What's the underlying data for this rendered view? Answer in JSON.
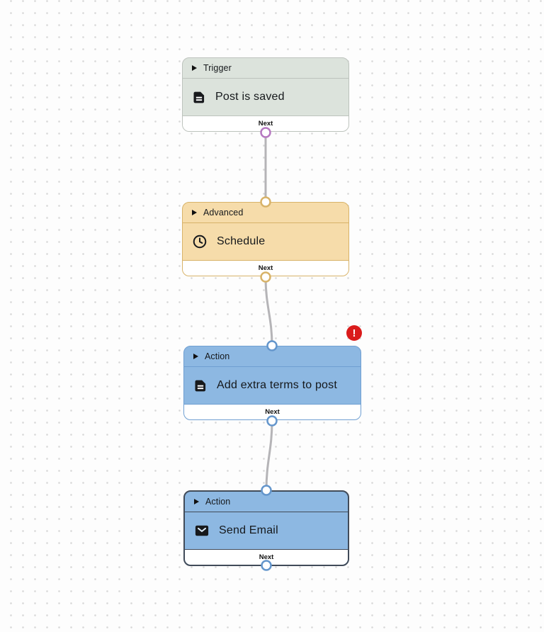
{
  "canvas": {
    "dot_color": "#d8d8d8",
    "background_color": "#fdfdfd",
    "connector_color": "#b5b4b7"
  },
  "nodes": [
    {
      "category": "Trigger",
      "title": "Post is saved",
      "icon": "document-icon",
      "footer_label": "Next",
      "colors": {
        "fill": "#dce3dc",
        "border": "#bdc3bd",
        "port": "#b679c1"
      }
    },
    {
      "category": "Advanced",
      "title": "Schedule",
      "icon": "clock-icon",
      "footer_label": "Next",
      "colors": {
        "fill": "#f6dcaa",
        "border": "#d8b369",
        "port": "#d8b369"
      }
    },
    {
      "category": "Action",
      "title": "Add extra terms to post",
      "icon": "document-icon",
      "footer_label": "Next",
      "has_error": true,
      "colors": {
        "fill": "#8db8e2",
        "border": "#6f9fd2",
        "port": "#6496cc"
      }
    },
    {
      "category": "Action",
      "title": "Send Email",
      "icon": "envelope-icon",
      "footer_label": "Next",
      "selected": true,
      "colors": {
        "fill": "#8db8e2",
        "border": "#414b59",
        "port": "#6496cc"
      }
    }
  ],
  "error_badge": {
    "symbol": "!",
    "color": "#da1b1b"
  }
}
